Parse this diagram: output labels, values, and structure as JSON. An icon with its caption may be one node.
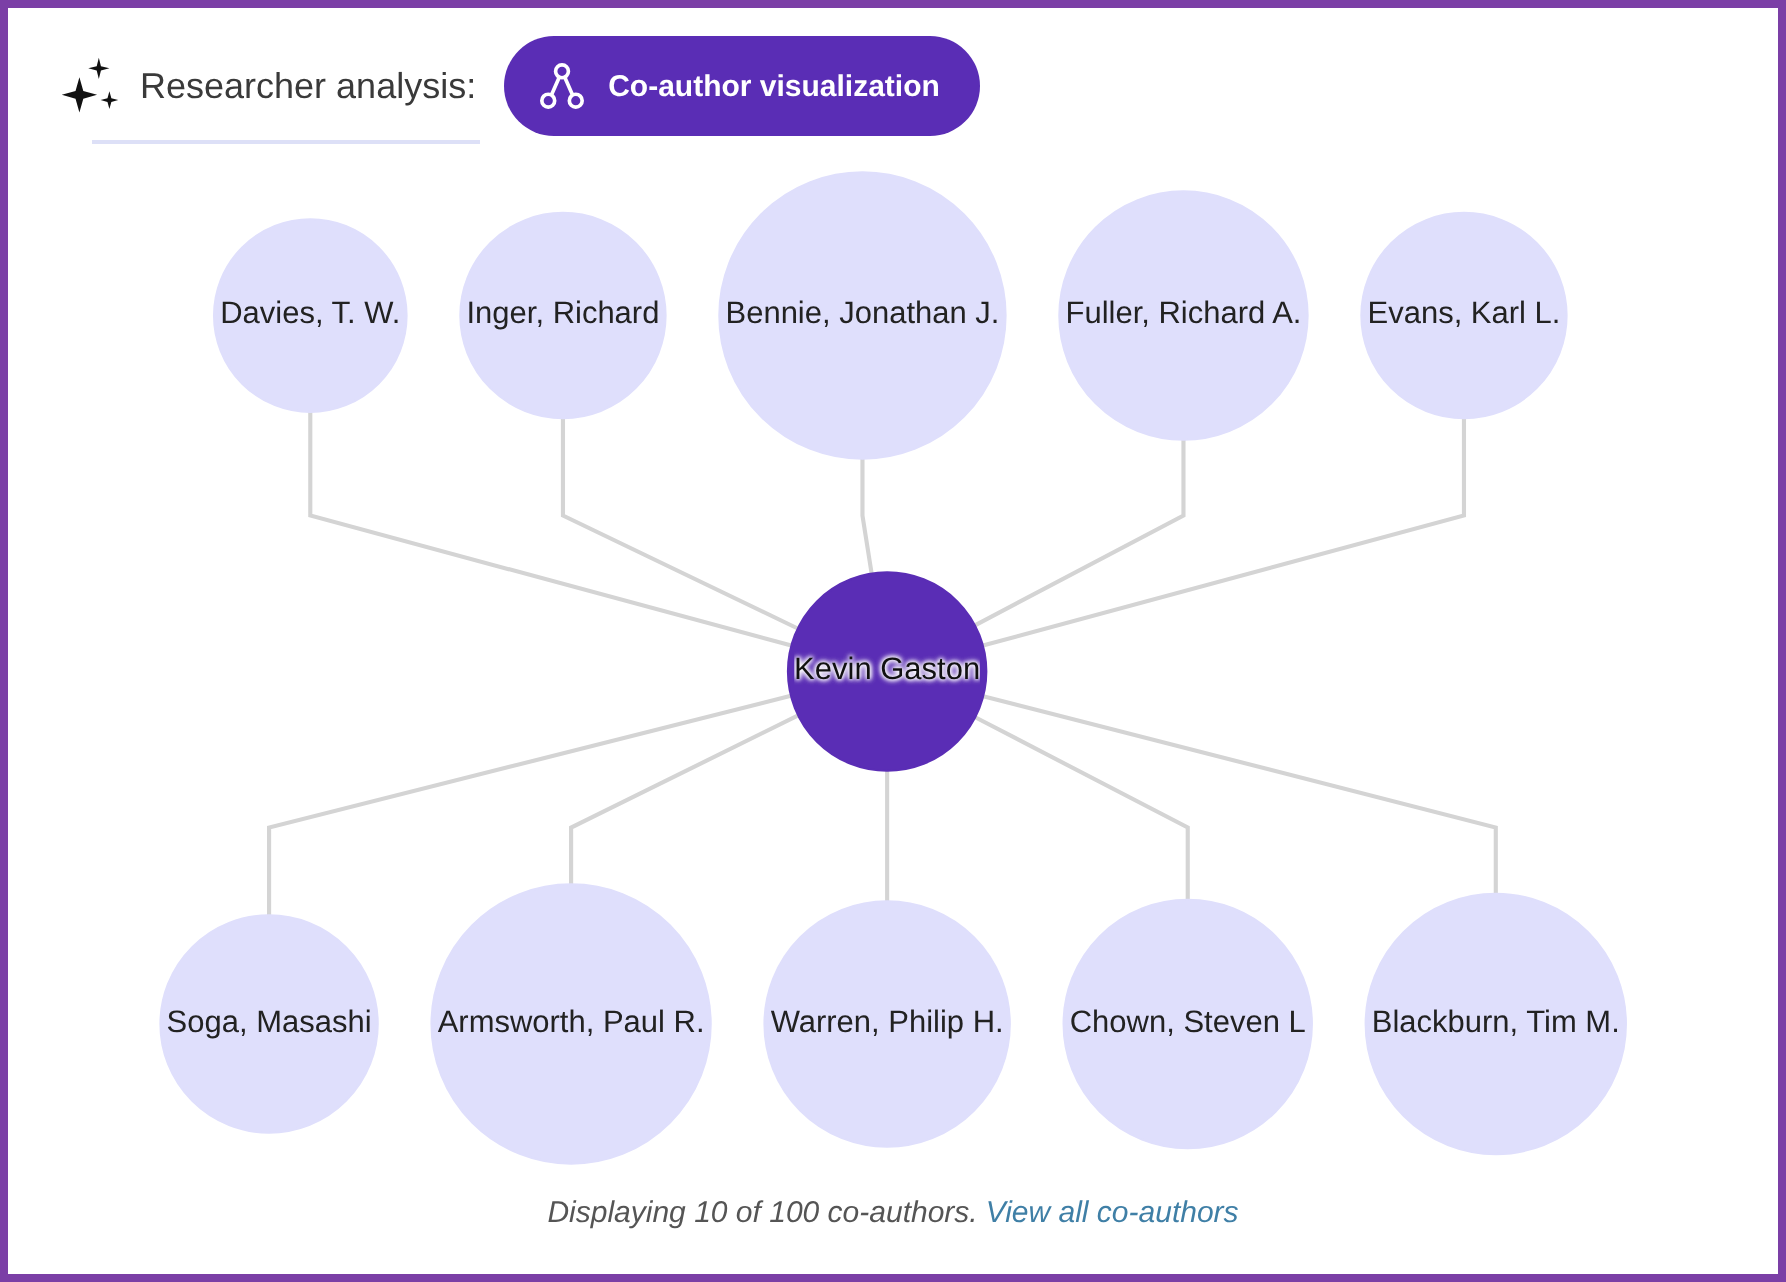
{
  "diagram": {
    "title": "Researcher analysis:",
    "nodes": [
      {
        "text": [
          "Davies, T. W."
        ]
      },
      {
        "text": [
          "Inger, Richard"
        ]
      },
      {
        "text": [
          "Bennie, Jonathan J."
        ]
      },
      {
        "text": [
          "Fuller, Richard A."
        ]
      },
      {
        "text": [
          "Evans, Karl L."
        ]
      },
      {
        "text": [
          "Soga, Masashi"
        ]
      },
      {
        "text": [
          "Kevin Gaston"
        ]
      },
      {
        "text": [
          "Armsworth, Paul R."
        ]
      },
      {
        "text": [
          "Warren, Philip H."
        ]
      },
      {
        "text": [
          "Chown, Steven L"
        ]
      },
      {
        "text": [
          "Blackburn, Tim M."
        ]
      }
    ],
    "edges": [
      {
        "from": 0,
        "to": 6,
        "arrow": "none"
      },
      {
        "from": 1,
        "to": 6,
        "arrow": "none"
      },
      {
        "from": 2,
        "to": 6,
        "arrow": "none"
      },
      {
        "from": 3,
        "to": 6,
        "arrow": "none"
      },
      {
        "from": 4,
        "to": 6,
        "arrow": "none"
      },
      {
        "from": 6,
        "to": 5,
        "arrow": "none"
      },
      {
        "from": 6,
        "to": 7,
        "arrow": "none"
      },
      {
        "from": 6,
        "to": 8,
        "arrow": "none"
      },
      {
        "from": 6,
        "to": 9,
        "arrow": "none"
      },
      {
        "from": 6,
        "to": 10,
        "arrow": "none"
      }
    ],
    "caption": "Displaying 10 of 100 co-authors.",
    "labels": [
      "Co-author visualization",
      "View all co-authors"
    ]
  }
}
